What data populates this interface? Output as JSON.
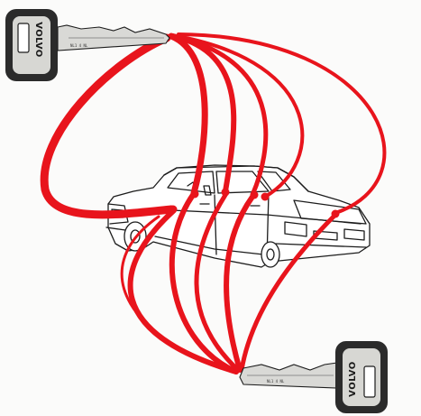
{
  "illustration": {
    "subject": "car-key-lock-diagram",
    "keys": [
      {
        "id": "key-top",
        "brand_text": "VOLVO",
        "stamp_text": "NL1 4 NL"
      },
      {
        "id": "key-bottom",
        "brand_text": "VOLVO",
        "stamp_text": "NL1 4 NL"
      }
    ],
    "lock_points": [
      "driver-door-lock",
      "rear-door-lock",
      "glovebox-lock",
      "steering-ignition-lock",
      "rear-right-lock",
      "trunk-lock"
    ],
    "colors": {
      "path": "#e8141c",
      "ink": "#1c1c1c",
      "key_metal": "#d9d9d6",
      "key_head": "#bfbfbc",
      "background": "#fbfbfa"
    }
  }
}
